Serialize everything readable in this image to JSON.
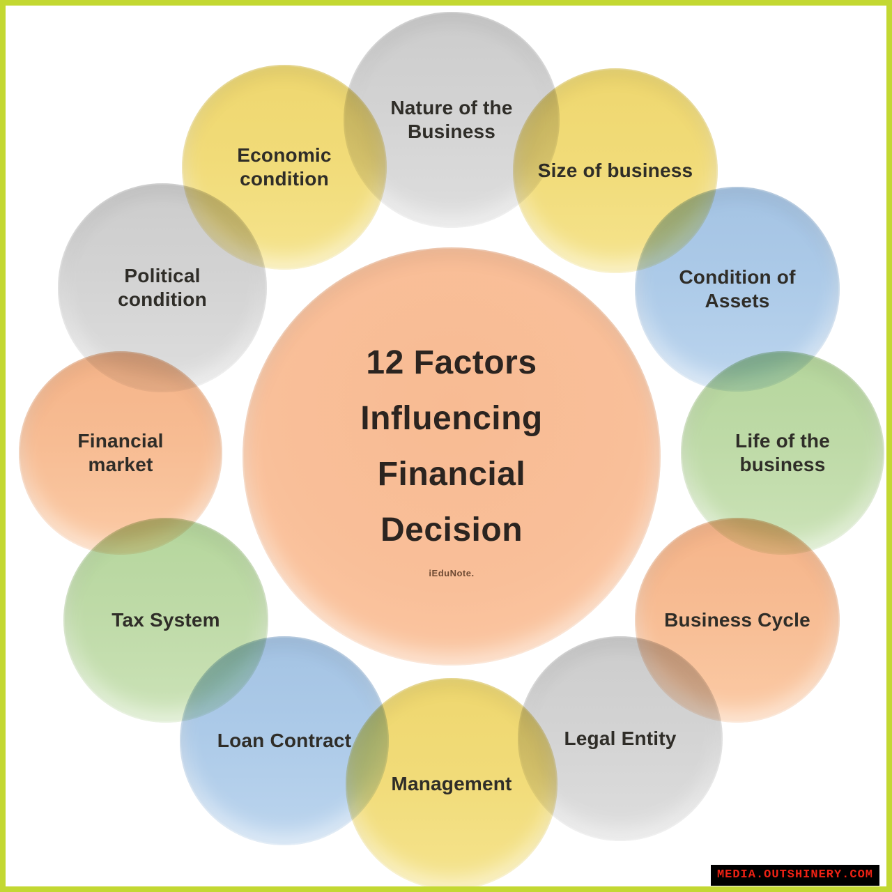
{
  "page": {
    "border_color": "#c3d832",
    "background": "#ffffff"
  },
  "center": {
    "title": "12 Factors\nInfluencing\nFinancial\nDecision",
    "credit": "iEduNote.",
    "color": "#f9bf99"
  },
  "palette": {
    "yellow": "#f1db78",
    "gray": "#d3d3d3",
    "blue": "#accae8",
    "green": "#bedaa7",
    "orange": "#f7bc93"
  },
  "factors": [
    {
      "label": "Nature of the\nBusiness",
      "color": "gray"
    },
    {
      "label": "Size of business",
      "color": "yellow"
    },
    {
      "label": "Condition of\nAssets",
      "color": "blue"
    },
    {
      "label": "Life of the\nbusiness",
      "color": "green"
    },
    {
      "label": "Business Cycle",
      "color": "orange"
    },
    {
      "label": "Legal Entity",
      "color": "gray"
    },
    {
      "label": "Management",
      "color": "yellow"
    },
    {
      "label": "Loan Contract",
      "color": "blue"
    },
    {
      "label": "Tax System",
      "color": "green"
    },
    {
      "label": "Financial\nmarket",
      "color": "orange"
    },
    {
      "label": "Political\ncondition",
      "color": "gray"
    },
    {
      "label": "Economic\ncondition",
      "color": "yellow"
    }
  ],
  "watermark": {
    "text": "MEDIA.OUTSHINERY.COM",
    "text_color": "#ee2214",
    "background": "#000000"
  }
}
